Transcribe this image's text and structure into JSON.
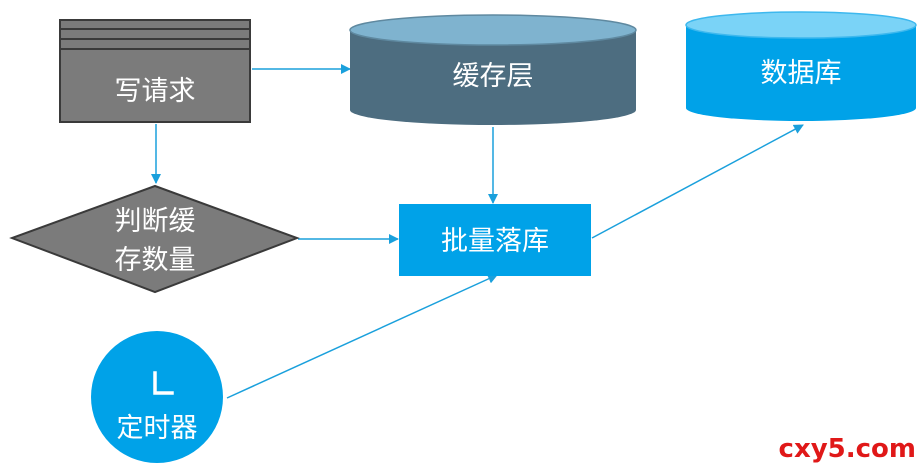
{
  "nodes": {
    "write_request": {
      "label": "写请求"
    },
    "cache_layer": {
      "label": "缓存层"
    },
    "database": {
      "label": "数据库"
    },
    "check_cache": {
      "line1": "判断缓",
      "line2": "存数量"
    },
    "batch_persist": {
      "label": "批量落库"
    },
    "timer": {
      "label": "定时器"
    }
  },
  "watermark": "cxy5.com",
  "colors": {
    "arrow": "#1aa0dc",
    "write_request_fill": "#7b7b7b",
    "cache_fill": "#4d6d80",
    "database_fill": "#00a2e8",
    "diamond_fill": "#7b7b7b",
    "batch_fill": "#00a2e8",
    "timer_fill": "#00a2e8",
    "watermark": "#e01818"
  },
  "icons": {
    "timer_hand": "clock-hand-icon"
  }
}
